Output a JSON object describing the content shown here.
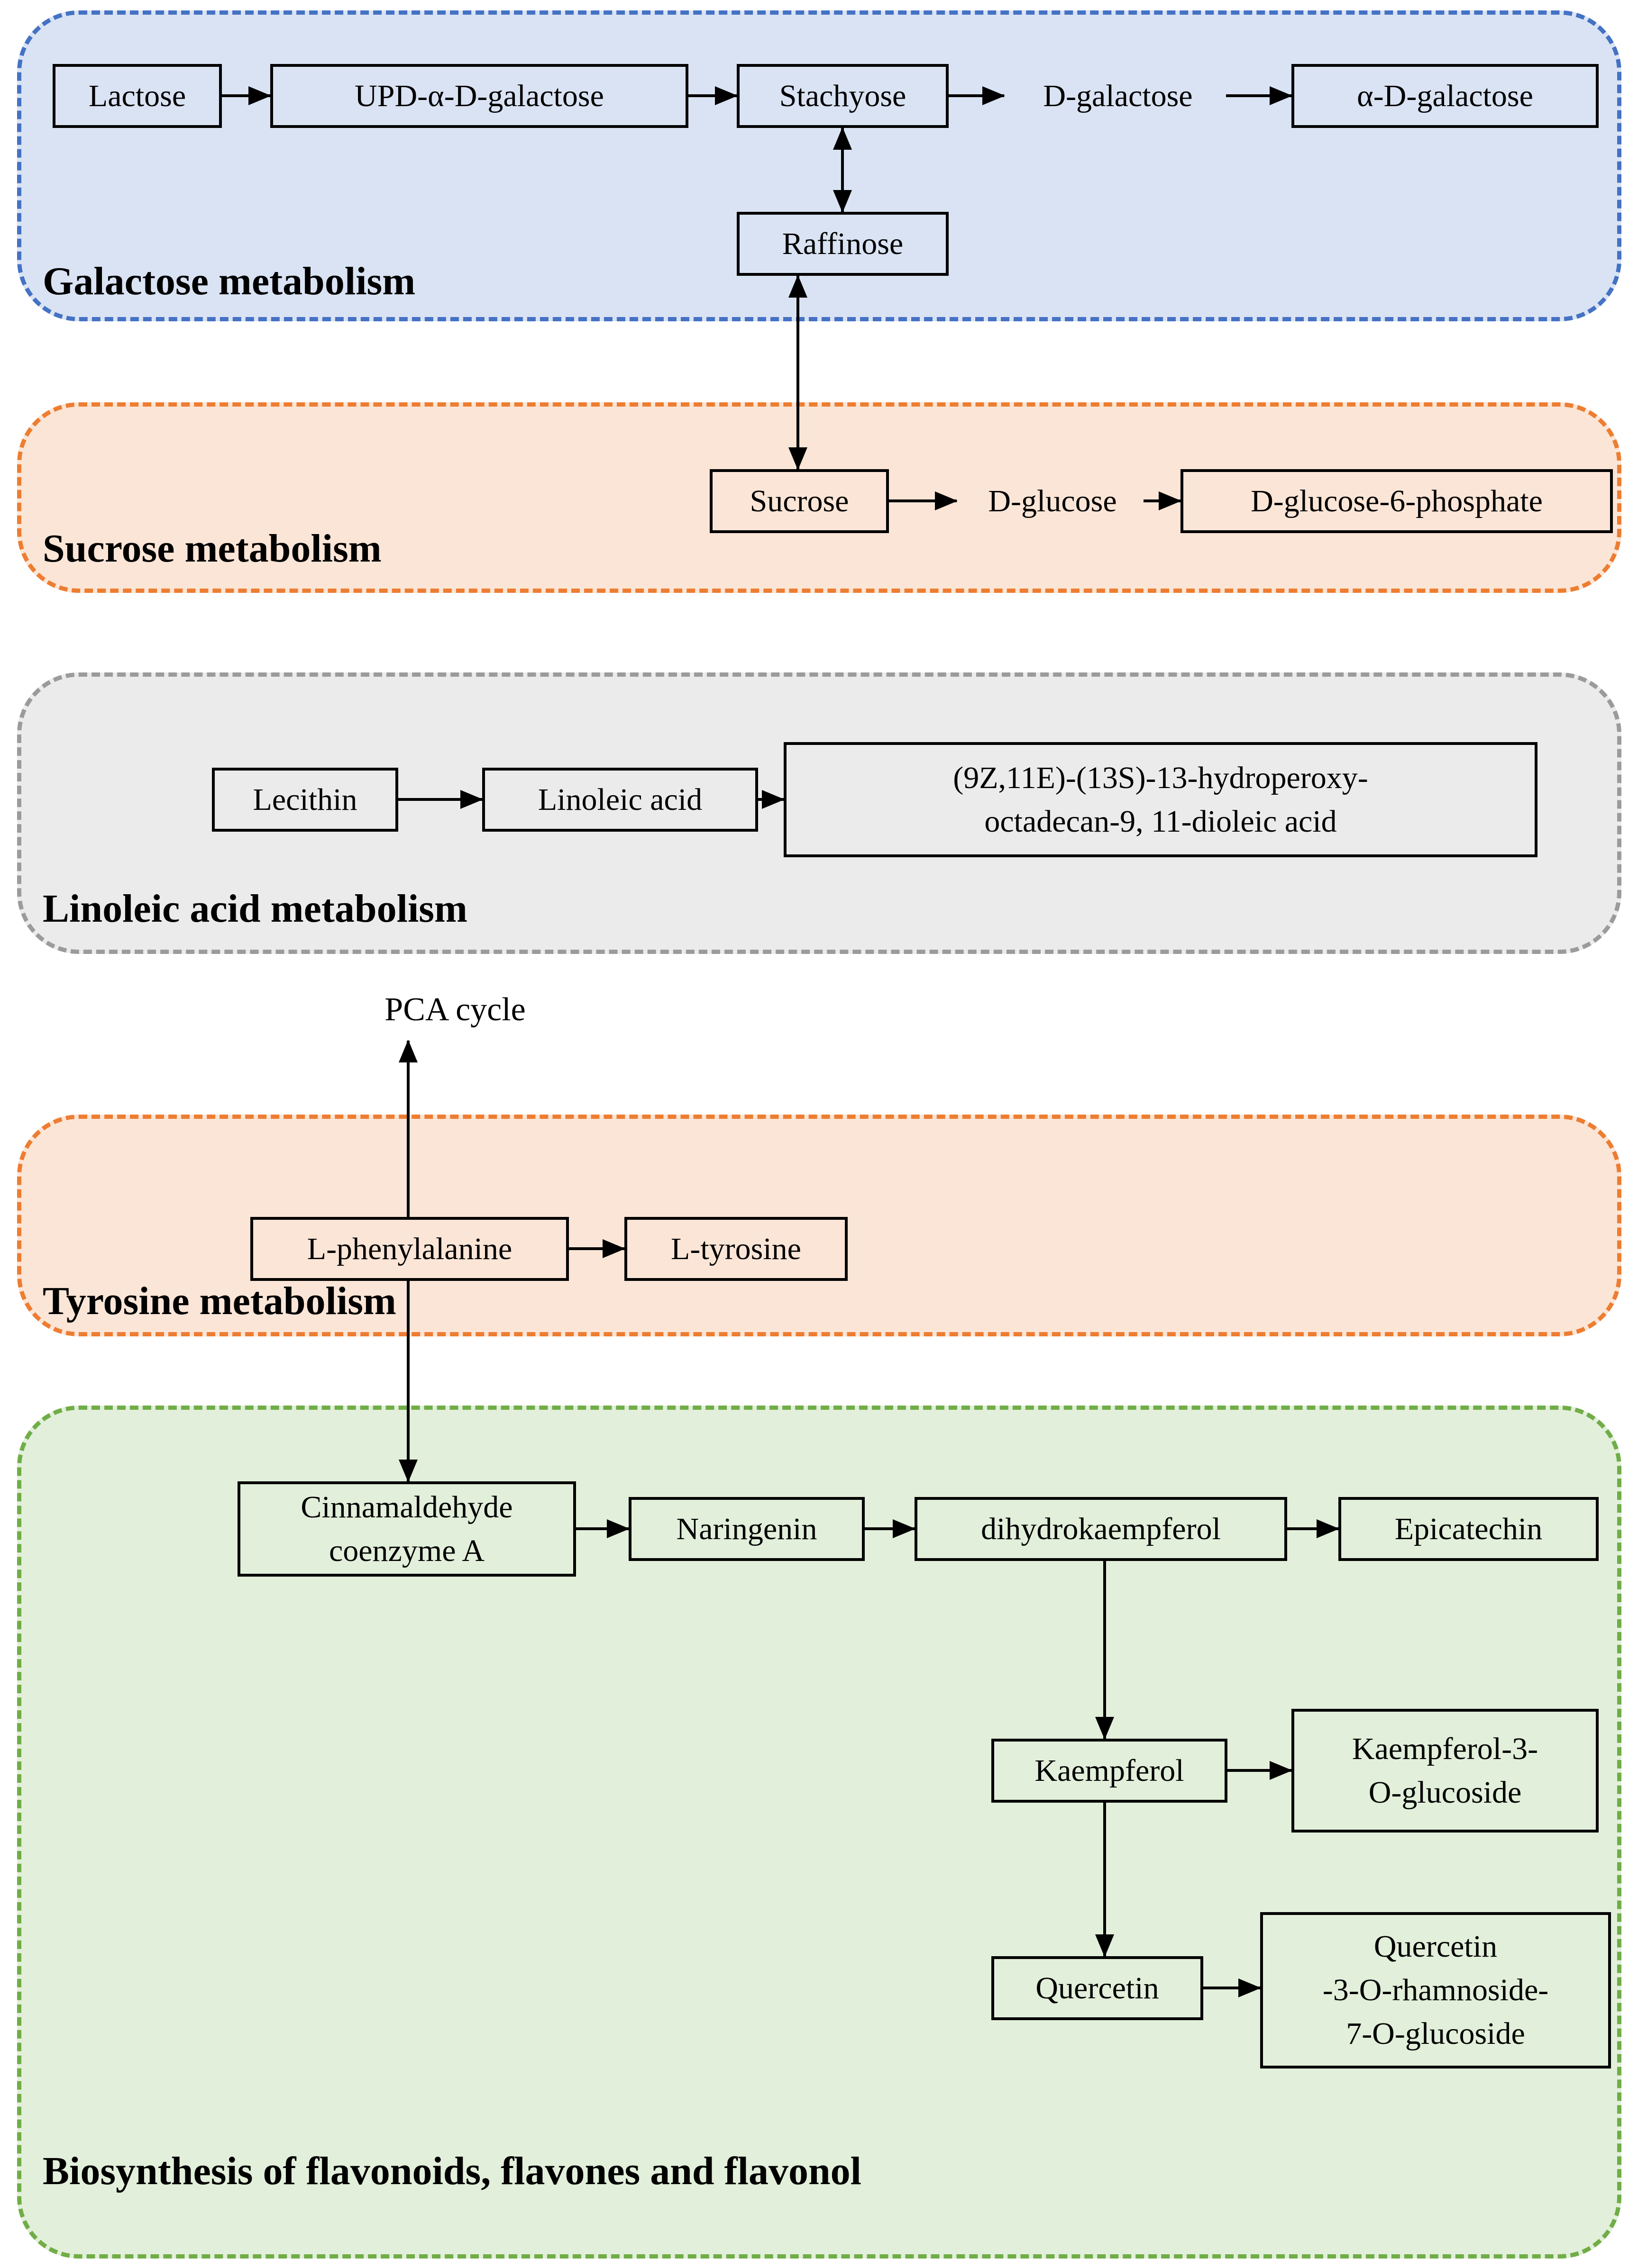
{
  "figure": {
    "type": "metabolic-pathway-diagram",
    "colors": {
      "galactose_fill": "#dae3f3",
      "galactose_border": "#4472c4",
      "sucrose_fill": "#fbe5d6",
      "sucrose_border": "#ed7d31",
      "linoleic_fill": "#ebebeb",
      "linoleic_border": "#9b9b9b",
      "tyrosine_fill": "#fbe5d6",
      "tyrosine_border": "#ed7d31",
      "flavonoid_fill": "#e2efda",
      "flavonoid_border": "#70ad47",
      "box_border": "#000000",
      "arrow": "#000000"
    }
  },
  "regions": {
    "galactose": {
      "label": "Galactose metabolism"
    },
    "sucrose": {
      "label": "Sucrose metabolism"
    },
    "linoleic": {
      "label": "Linoleic acid metabolism"
    },
    "tyrosine": {
      "label": "Tyrosine metabolism"
    },
    "flavonoid": {
      "label": "Biosynthesis of flavonoids, flavones and flavonol"
    }
  },
  "nodes": {
    "lactose": "Lactose",
    "upd_a_d_galactose": "UPD-α-D-galactose",
    "stachyose": "Stachyose",
    "d_galactose": "D-galactose",
    "a_d_galactose": "α-D-galactose",
    "raffinose": "Raffinose",
    "sucrose": "Sucrose",
    "d_glucose": "D-glucose",
    "d_glucose_6_phosphate": "D-glucose-6-phosphate",
    "lecithin": "Lecithin",
    "linoleic_acid": "Linoleic acid",
    "hydroperoxy": "(9Z,11E)-(13S)-13-hydroperoxy-\noctadecan-9, 11-dioleic acid",
    "pca_cycle": "PCA cycle",
    "l_phenylalanine": "L-phenylalanine",
    "l_tyrosine": "L-tyrosine",
    "cinnamaldehyde_coa": "Cinnamaldehyde\ncoenzyme A",
    "naringenin": "Naringenin",
    "dihydrokaempferol": "dihydrokaempferol",
    "epicatechin": "Epicatechin",
    "kaempferol": "Kaempferol",
    "kaempferol_3_o_glucoside": "Kaempferol-3-\nO-glucoside",
    "quercetin": "Quercetin",
    "quercetin_rhamnoside_glucoside": "Quercetin\n-3-O-rhamnoside-\n7-O-glucoside"
  },
  "edges": [
    {
      "from": "Lactose",
      "to": "UPD-α-D-galactose",
      "bidirectional": false
    },
    {
      "from": "UPD-α-D-galactose",
      "to": "Stachyose",
      "bidirectional": false
    },
    {
      "from": "Stachyose",
      "to": "D-galactose",
      "bidirectional": false
    },
    {
      "from": "D-galactose",
      "to": "α-D-galactose",
      "bidirectional": false
    },
    {
      "from": "Stachyose",
      "to": "Raffinose",
      "bidirectional": true
    },
    {
      "from": "Raffinose",
      "to": "Sucrose",
      "bidirectional": true
    },
    {
      "from": "Sucrose",
      "to": "D-glucose",
      "bidirectional": false
    },
    {
      "from": "D-glucose",
      "to": "D-glucose-6-phosphate",
      "bidirectional": false
    },
    {
      "from": "Lecithin",
      "to": "Linoleic acid",
      "bidirectional": false
    },
    {
      "from": "Linoleic acid",
      "to": "(9Z,11E)-(13S)-13-hydroperoxy-octadecan-9, 11-dioleic acid",
      "bidirectional": false
    },
    {
      "from": "L-phenylalanine",
      "to": "PCA cycle",
      "bidirectional": false
    },
    {
      "from": "L-phenylalanine",
      "to": "L-tyrosine",
      "bidirectional": false
    },
    {
      "from": "L-phenylalanine",
      "to": "Cinnamaldehyde coenzyme A",
      "bidirectional": false
    },
    {
      "from": "Cinnamaldehyde coenzyme A",
      "to": "Naringenin",
      "bidirectional": false
    },
    {
      "from": "Naringenin",
      "to": "dihydrokaempferol",
      "bidirectional": false
    },
    {
      "from": "dihydrokaempferol",
      "to": "Epicatechin",
      "bidirectional": false
    },
    {
      "from": "dihydrokaempferol",
      "to": "Kaempferol",
      "bidirectional": false
    },
    {
      "from": "Kaempferol",
      "to": "Kaempferol-3-O-glucoside",
      "bidirectional": false
    },
    {
      "from": "Kaempferol",
      "to": "Quercetin",
      "bidirectional": false
    },
    {
      "from": "Quercetin",
      "to": "Quercetin-3-O-rhamnoside-7-O-glucoside",
      "bidirectional": false
    }
  ]
}
